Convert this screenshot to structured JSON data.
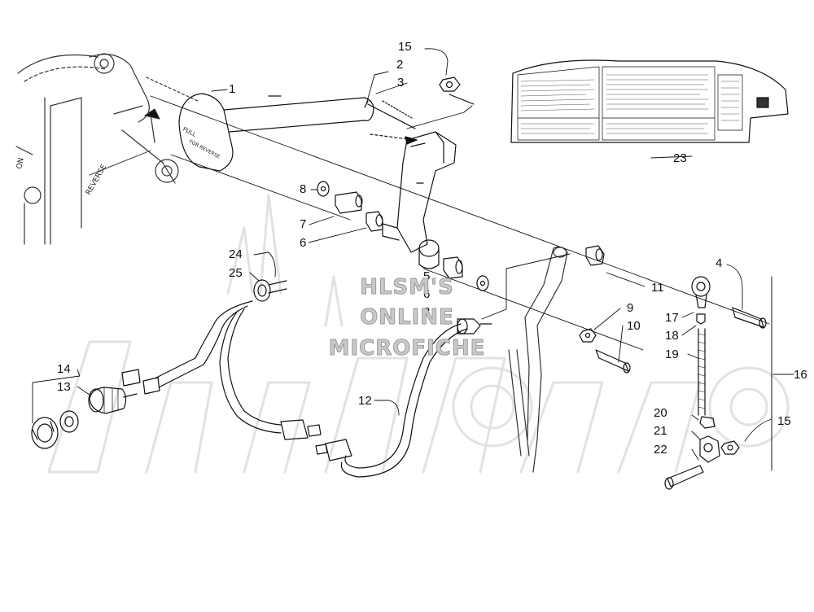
{
  "callouts": {
    "c1": "1",
    "c2": "2",
    "c3": "3",
    "c4": "4",
    "c5": "5",
    "c6a": "6",
    "c6b": "6",
    "c7": "7",
    "c8a": "8",
    "c8b": "8",
    "c9": "9",
    "c10": "10",
    "c11": "11",
    "c12": "12",
    "c13": "13",
    "c14": "14",
    "c15a": "15",
    "c15b": "15",
    "c16": "16",
    "c17": "17",
    "c18": "18",
    "c19": "19",
    "c20": "20",
    "c21": "21",
    "c22": "22",
    "c23": "23",
    "c24": "24",
    "c25": "25"
  },
  "watermark": {
    "line1": "HLSM'S",
    "line2": "ONLINE",
    "line3": "MICROFICHE"
  },
  "colors": {
    "ink": "#111111",
    "watermark": "#c9c9c9"
  }
}
